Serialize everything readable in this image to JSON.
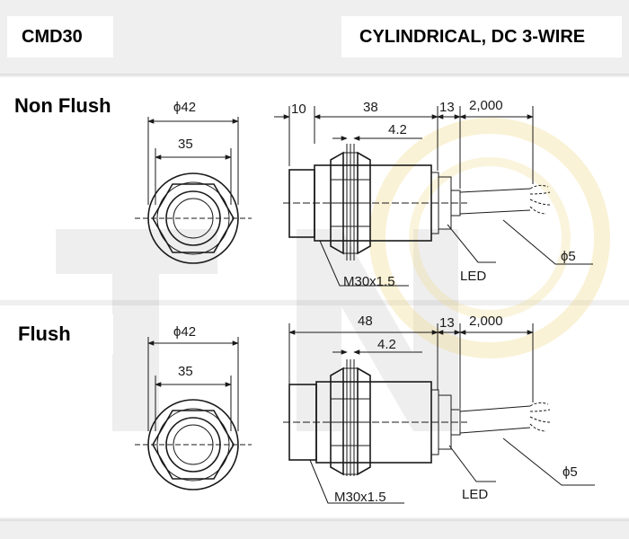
{
  "header": {
    "model": "CMD30",
    "type": "CYLINDRICAL, DC 3-WIRE"
  },
  "non_flush": {
    "label": "Non Flush",
    "front_outer": "ϕ42",
    "front_inner": "35",
    "dim_a": "10",
    "dim_b": "38",
    "dim_c": "13",
    "dim_d": "2,000",
    "dim_e": "4.2",
    "thread": "M30x1.5",
    "led": "LED",
    "cable": "ϕ5"
  },
  "flush": {
    "label": "Flush",
    "front_outer": "ϕ42",
    "front_inner": "35",
    "dim_b": "48",
    "dim_c": "13",
    "dim_d": "2,000",
    "dim_e": "4.2",
    "thread": "M30x1.5",
    "led": "LED",
    "cable": "ϕ5"
  }
}
